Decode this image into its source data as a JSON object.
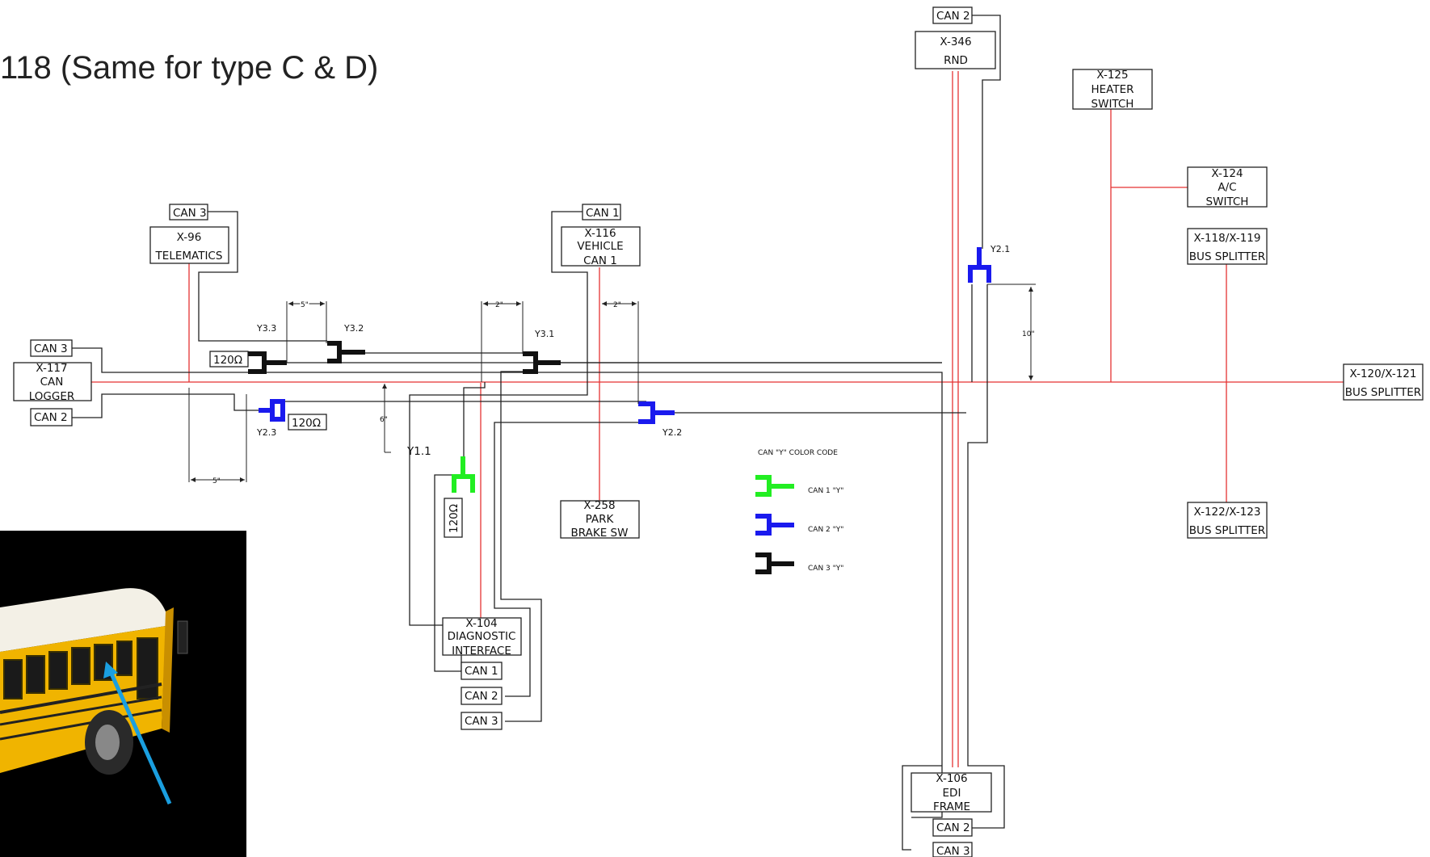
{
  "title": "118 (Same for type C & D)",
  "connectors": {
    "can3_tele": "CAN 3",
    "x96": [
      "X-96",
      "TELEMATICS"
    ],
    "can1_veh": "CAN 1",
    "x116": [
      "X-116",
      "VEHICLE",
      "CAN 1"
    ],
    "can2_rnd": "CAN 2",
    "x346": [
      "X-346",
      "RND"
    ],
    "x125": [
      "X-125",
      "HEATER",
      "SWITCH"
    ],
    "x124": [
      "X-124",
      "A/C",
      "SWITCH"
    ],
    "x118": [
      "X-118/X-119",
      "BUS SPLITTER"
    ],
    "x120": [
      "X-120/X-121",
      "BUS SPLITTER"
    ],
    "x122": [
      "X-122/X-123",
      "BUS SPLITTER"
    ],
    "can3_log": "CAN 3",
    "x117": [
      "X-117",
      "CAN",
      "LOGGER"
    ],
    "can2_log": "CAN 2",
    "x258": [
      "X-258",
      "PARK",
      "BRAKE SW"
    ],
    "x104": [
      "X-104",
      "DIAGNOSTIC",
      "INTERFACE"
    ],
    "diag_can1": "CAN 1",
    "diag_can2": "CAN 2",
    "diag_can3": "CAN 3",
    "x106": [
      "X-106",
      "EDI",
      "FRAME"
    ],
    "edi_can2": "CAN 2",
    "edi_can3": "CAN 3"
  },
  "resistors": {
    "r33": "120Ω",
    "r23": "120Ω",
    "r11": "120Ω"
  },
  "y_labels": {
    "y33": "Y3.3",
    "y32": "Y3.2",
    "y31": "Y3.1",
    "y23": "Y2.3",
    "y22": "Y2.2",
    "y21": "Y2.1",
    "y11": "Y1.1"
  },
  "dimensions": {
    "d5a": "5\"",
    "d2a": "2\"",
    "d2b": "2\"",
    "d6": "6\"",
    "d10": "10\"",
    "d5b": "5\""
  },
  "legend": {
    "title": "CAN \"Y\" COLOR CODE",
    "items": [
      {
        "label": "CAN 1 \"Y\"",
        "color": "#22ee22"
      },
      {
        "label": "CAN 2 \"Y\"",
        "color": "#1a1aee"
      },
      {
        "label": "CAN 3 \"Y\"",
        "color": "#111111"
      }
    ]
  },
  "colors": {
    "can1": "#22ee22",
    "can2": "#1a1aee",
    "can3": "#111111",
    "power_line": "#e53232",
    "arrow": "#1a9fe0",
    "bus_yellow": "#f0b400"
  }
}
